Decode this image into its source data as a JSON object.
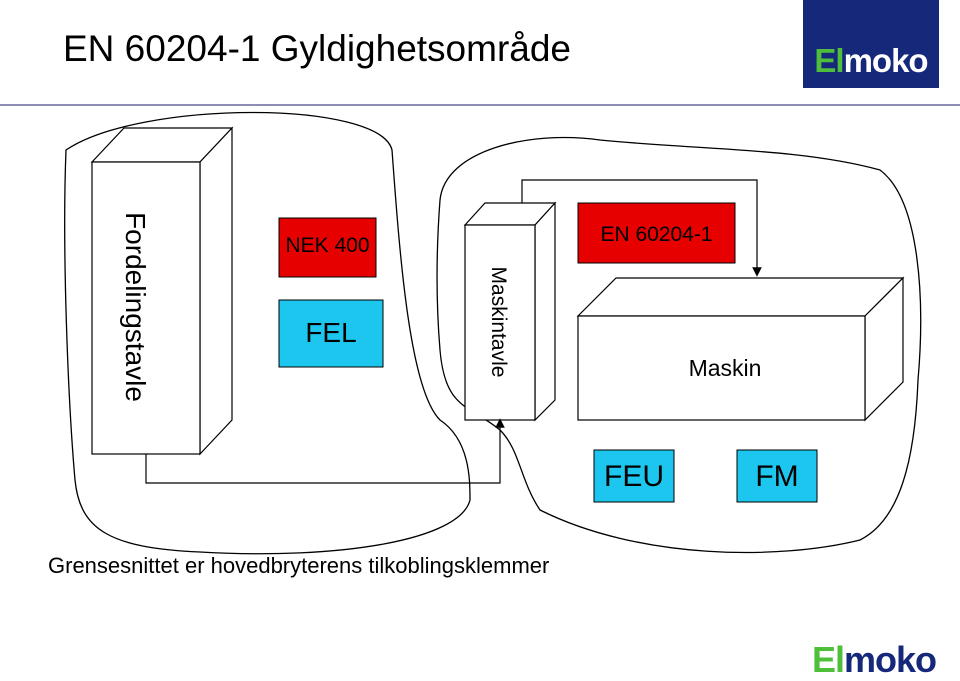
{
  "header": {
    "title": "EN 60204-1 Gyldighetsområde",
    "logo_prefix": "El",
    "logo_suffix": "moko"
  },
  "diagram": {
    "fordelingstavle_label": "Fordelingstavle",
    "maskintavle_label": "Maskintavle",
    "maskin_label": "Maskin",
    "nek_label": "NEK 400",
    "fel_label": "FEL",
    "en_label": "EN 60204-1",
    "feu_label": "FEU",
    "fm_label": "FM"
  },
  "caption": "Grensesnittet er hovedbryterens tilkoblingsklemmer",
  "footer": {
    "logo_prefix": "El",
    "logo_suffix": "moko"
  },
  "colors": {
    "red_box": "#e60000",
    "blue_box": "#1cc6ee",
    "logo_navy": "#15287a",
    "logo_green": "#4fbf3b"
  }
}
